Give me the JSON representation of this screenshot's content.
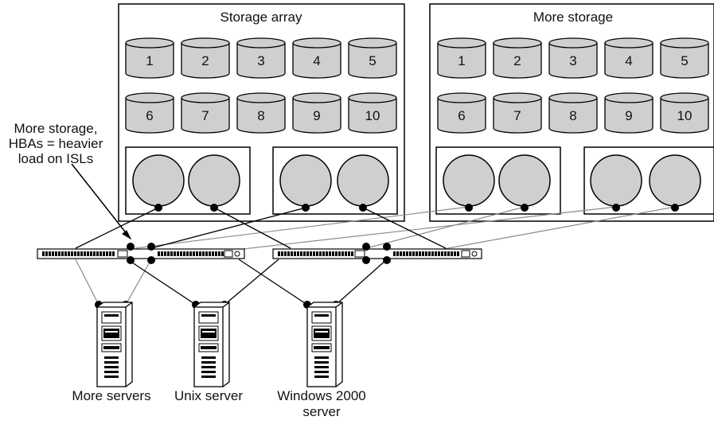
{
  "arrays": [
    {
      "title": "Storage array",
      "disks": [
        "1",
        "2",
        "3",
        "4",
        "5",
        "6",
        "7",
        "8",
        "9",
        "10"
      ]
    },
    {
      "title": "More storage",
      "disks": [
        "1",
        "2",
        "3",
        "4",
        "5",
        "6",
        "7",
        "8",
        "9",
        "10"
      ]
    }
  ],
  "annotation": {
    "lines": [
      "More storage,",
      "HBAs = heavier",
      "load on ISLs"
    ]
  },
  "servers": [
    {
      "label_lines": [
        "More servers"
      ]
    },
    {
      "label_lines": [
        "Unix server"
      ]
    },
    {
      "label_lines": [
        "Windows 2000",
        "server"
      ]
    }
  ],
  "colors": {
    "stroke": "#000000",
    "disk_fill": "#cfcfcf",
    "controller_fill": "#cfcfcf",
    "gray_line": "#8a8a8a"
  }
}
